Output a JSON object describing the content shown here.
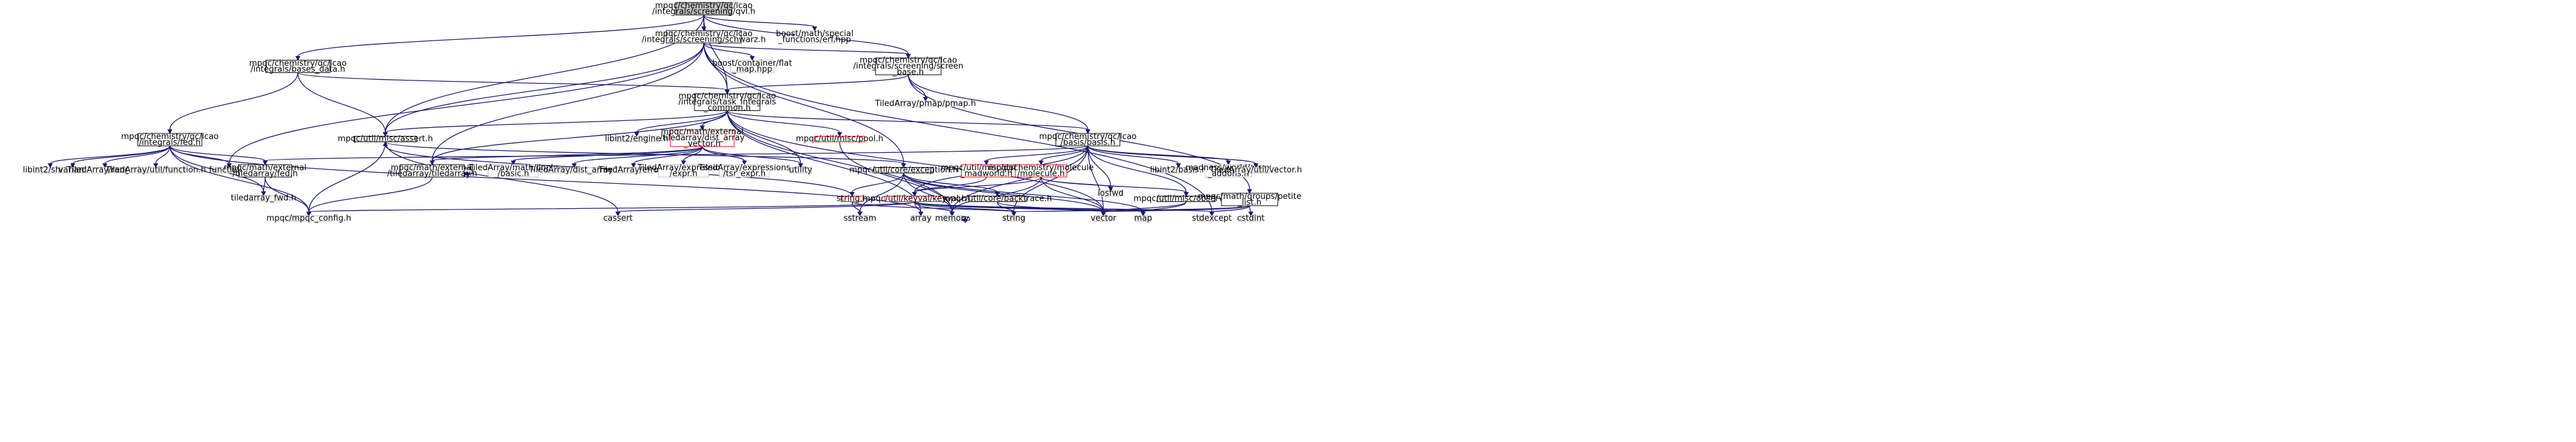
{
  "colors": {
    "edge": "#191970",
    "box_border": "#000000",
    "root_fill": "#bfbfbf",
    "node_fill": "#ffffff",
    "missing_border": "#bfbfbf",
    "red_border": "#ff0000",
    "red_text": "#ff0000",
    "text": "#000000"
  },
  "nodes": [
    {
      "id": "root",
      "lines": [
        "mpqc/chemistry/qc/lcao",
        "/integrals/screening/qvl.h"
      ],
      "style": "root"
    },
    {
      "id": "schwarz",
      "lines": [
        "mpqc/chemistry/qc/lcao",
        "/integrals/screening/schwarz.h"
      ],
      "style": "normal"
    },
    {
      "id": "erf",
      "lines": [
        "boost/math/special",
        "_functions/erf.hpp"
      ],
      "style": "missing"
    },
    {
      "id": "bases",
      "lines": [
        "mpqc/chemistry/qc/lcao",
        "/integrals/bases_data.h"
      ],
      "style": "normal"
    },
    {
      "id": "flatmap",
      "lines": [
        "boost/container/flat",
        "_map.hpp"
      ],
      "style": "missing"
    },
    {
      "id": "screen_base",
      "lines": [
        "mpqc/chemistry/qc/lcao",
        "/integrals/screening/screen",
        "_base.h"
      ],
      "style": "normal"
    },
    {
      "id": "task",
      "lines": [
        "mpqc/chemistry/qc/lcao",
        "/integrals/task_integrals",
        "_common.h"
      ],
      "style": "normal"
    },
    {
      "id": "pmap",
      "lines": [
        "TiledArray/pmap/pmap.h"
      ],
      "style": "missing"
    },
    {
      "id": "fed",
      "lines": [
        "mpqc/chemistry/qc/lcao",
        "/integrals/fed.h"
      ],
      "style": "normal"
    },
    {
      "id": "assert",
      "lines": [
        "mpqc/util/misc/assert.h"
      ],
      "style": "normal"
    },
    {
      "id": "libint_engine",
      "lines": [
        "libint2/engine.h"
      ],
      "style": "missing"
    },
    {
      "id": "dist_array",
      "lines": [
        "mpqc/math/external",
        "/tiledarray/dist_array",
        "_vector.h"
      ],
      "style": "red"
    },
    {
      "id": "pool",
      "lines": [
        "mpqc/util/misc/pool.h"
      ],
      "style": "red"
    },
    {
      "id": "basis",
      "lines": [
        "mpqc/chemistry/qc/lcao",
        "/basis/basis.h"
      ],
      "style": "normal"
    },
    {
      "id": "libint_shell",
      "lines": [
        "libint2/shell.h"
      ],
      "style": "missing"
    },
    {
      "id": "variant",
      "lines": [
        "variant"
      ],
      "style": "missing"
    },
    {
      "id": "ta_range",
      "lines": [
        "TiledArray/range.h"
      ],
      "style": "missing"
    },
    {
      "id": "ta_function",
      "lines": [
        "TiledArray/util/function.h"
      ],
      "style": "missing"
    },
    {
      "id": "functional",
      "lines": [
        "functional"
      ],
      "style": "missing"
    },
    {
      "id": "ta_fed",
      "lines": [
        "mpqc/math/external",
        "/tiledarray/fed.h"
      ],
      "style": "normal"
    },
    {
      "id": "tiledarray_h",
      "lines": [
        "mpqc/math/external",
        "/tiledarray/tiledarray.h"
      ],
      "style": "normal"
    },
    {
      "id": "linalg",
      "lines": [
        "TiledArray/math/linalg",
        "/basic.h"
      ],
      "style": "missing"
    },
    {
      "id": "ta_dist",
      "lines": [
        "TiledArray/dist_array.h"
      ],
      "style": "missing"
    },
    {
      "id": "ta_error",
      "lines": [
        "TiledArray/error.h"
      ],
      "style": "missing"
    },
    {
      "id": "ta_expr",
      "lines": [
        "TiledArray/expressions",
        "/expr.h"
      ],
      "style": "missing"
    },
    {
      "id": "ta_tsr",
      "lines": [
        "TiledArray/expressions",
        "/tsr_expr.h"
      ],
      "style": "missing"
    },
    {
      "id": "utility",
      "lines": [
        "utility"
      ],
      "style": "missing"
    },
    {
      "id": "exception",
      "lines": [
        "mpqc/util/core/exception.h"
      ],
      "style": "normal"
    },
    {
      "id": "madworld",
      "lines": [
        "mpqc/util/misc/default",
        "_madworld.h"
      ],
      "style": "red"
    },
    {
      "id": "molecule",
      "lines": [
        "mpqc/chemistry/molecule",
        "/molecule.h"
      ],
      "style": "red"
    },
    {
      "id": "iosfwd",
      "lines": [
        "iosfwd"
      ],
      "style": "missing"
    },
    {
      "id": "libint_basis",
      "lines": [
        "libint2/basis.h"
      ],
      "style": "missing"
    },
    {
      "id": "mad_array",
      "lines": [
        "madness/world/array",
        "_addons.h"
      ],
      "style": "missing"
    },
    {
      "id": "ta_vector",
      "lines": [
        "TiledArray/util/vector.h"
      ],
      "style": "missing"
    },
    {
      "id": "tiledarray_fwd",
      "lines": [
        "tiledarray_fwd.h"
      ],
      "style": "missing"
    },
    {
      "id": "string_h",
      "lines": [
        "string.h"
      ],
      "style": "red"
    },
    {
      "id": "keyval",
      "lines": [
        "mpqc/util/keyval/keyval.h"
      ],
      "style": "red"
    },
    {
      "id": "backtrace",
      "lines": [
        "mpqc/util/core/backtrace.h"
      ],
      "style": "normal"
    },
    {
      "id": "observer",
      "lines": [
        "mpqc/util/misc/observer.h"
      ],
      "style": "normal"
    },
    {
      "id": "petite",
      "lines": [
        "mpqc/math/groups/petite",
        "_list.h"
      ],
      "style": "normal"
    },
    {
      "id": "mpqc_config",
      "lines": [
        "mpqc/mpqc_config.h"
      ],
      "style": "missing"
    },
    {
      "id": "cassert",
      "lines": [
        "cassert"
      ],
      "style": "missing"
    },
    {
      "id": "sstream",
      "lines": [
        "sstream"
      ],
      "style": "missing"
    },
    {
      "id": "array",
      "lines": [
        "array"
      ],
      "style": "missing"
    },
    {
      "id": "memory",
      "lines": [
        "memory"
      ],
      "style": "missing"
    },
    {
      "id": "string",
      "lines": [
        "string"
      ],
      "style": "missing"
    },
    {
      "id": "vector",
      "lines": [
        "vector"
      ],
      "style": "missing"
    },
    {
      "id": "map",
      "lines": [
        "map"
      ],
      "style": "missing"
    },
    {
      "id": "stdexcept",
      "lines": [
        "stdexcept"
      ],
      "style": "missing"
    },
    {
      "id": "cstdint",
      "lines": [
        "cstdint"
      ],
      "style": "missing"
    }
  ],
  "edges": [
    [
      "root",
      "schwarz"
    ],
    [
      "root",
      "erf"
    ],
    [
      "root",
      "bases"
    ],
    [
      "root",
      "screen_base"
    ],
    [
      "root",
      "task"
    ],
    [
      "root",
      "assert"
    ],
    [
      "schwarz",
      "screen_base"
    ],
    [
      "schwarz",
      "flatmap"
    ],
    [
      "schwarz",
      "task"
    ],
    [
      "schwarz",
      "assert"
    ],
    [
      "schwarz",
      "tiledarray_h"
    ],
    [
      "schwarz",
      "functional"
    ],
    [
      "schwarz",
      "exception"
    ],
    [
      "schwarz",
      "stdexcept"
    ],
    [
      "bases",
      "fed"
    ],
    [
      "bases",
      "task"
    ],
    [
      "bases",
      "assert"
    ],
    [
      "screen_base",
      "task"
    ],
    [
      "screen_base",
      "pmap"
    ],
    [
      "screen_base",
      "basis"
    ],
    [
      "screen_base",
      "petite"
    ],
    [
      "task",
      "assert"
    ],
    [
      "task",
      "libint_engine"
    ],
    [
      "task",
      "dist_array"
    ],
    [
      "task",
      "pool"
    ],
    [
      "task",
      "basis"
    ],
    [
      "task",
      "tiledarray_h"
    ],
    [
      "task",
      "utility"
    ],
    [
      "task",
      "memory"
    ],
    [
      "task",
      "vector"
    ],
    [
      "task",
      "array"
    ],
    [
      "fed",
      "libint_shell"
    ],
    [
      "fed",
      "variant"
    ],
    [
      "fed",
      "ta_range"
    ],
    [
      "fed",
      "ta_function"
    ],
    [
      "fed",
      "functional"
    ],
    [
      "fed",
      "ta_fed"
    ],
    [
      "fed",
      "tiledarray_fwd"
    ],
    [
      "fed",
      "mpqc_config"
    ],
    [
      "fed",
      "array"
    ],
    [
      "assert",
      "exception"
    ],
    [
      "assert",
      "mpqc_config"
    ],
    [
      "assert",
      "cassert"
    ],
    [
      "dist_array",
      "tiledarray_h"
    ],
    [
      "dist_array",
      "linalg"
    ],
    [
      "dist_array",
      "ta_dist"
    ],
    [
      "dist_array",
      "ta_error"
    ],
    [
      "dist_array",
      "ta_expr"
    ],
    [
      "dist_array",
      "ta_tsr"
    ],
    [
      "dist_array",
      "utility"
    ],
    [
      "pool",
      "memory"
    ],
    [
      "basis",
      "ta_fed"
    ],
    [
      "basis",
      "madworld"
    ],
    [
      "basis",
      "molecule"
    ],
    [
      "basis",
      "keyval"
    ],
    [
      "basis",
      "iosfwd"
    ],
    [
      "basis",
      "libint_basis"
    ],
    [
      "basis",
      "mad_array"
    ],
    [
      "basis",
      "ta_vector"
    ],
    [
      "basis",
      "observer"
    ],
    [
      "basis",
      "memory"
    ],
    [
      "basis",
      "vector"
    ],
    [
      "basis",
      "string"
    ],
    [
      "ta_fed",
      "tiledarray_fwd"
    ],
    [
      "ta_fed",
      "mpqc_config"
    ],
    [
      "tiledarray_h",
      "tiledarray_h"
    ],
    [
      "tiledarray_h",
      "mpqc_config"
    ],
    [
      "exception",
      "string_h"
    ],
    [
      "exception",
      "backtrace"
    ],
    [
      "exception",
      "memory"
    ],
    [
      "exception",
      "sstream"
    ],
    [
      "exception",
      "vector"
    ],
    [
      "exception",
      "map"
    ],
    [
      "string_h",
      "assert"
    ],
    [
      "string_h",
      "sstream"
    ],
    [
      "string_h",
      "string"
    ],
    [
      "madworld",
      "keyval"
    ],
    [
      "molecule",
      "keyval"
    ],
    [
      "molecule",
      "observer"
    ],
    [
      "molecule",
      "iosfwd"
    ],
    [
      "molecule",
      "vector"
    ],
    [
      "molecule",
      "memory"
    ],
    [
      "keyval",
      "mpqc_config"
    ],
    [
      "keyval",
      "cassert"
    ],
    [
      "keyval",
      "array"
    ],
    [
      "keyval",
      "memory"
    ],
    [
      "keyval",
      "string"
    ],
    [
      "keyval",
      "vector"
    ],
    [
      "keyval",
      "map"
    ],
    [
      "keyval",
      "stdexcept"
    ],
    [
      "backtrace",
      "string"
    ],
    [
      "backtrace",
      "vector"
    ],
    [
      "observer",
      "vector"
    ],
    [
      "observer",
      "map"
    ],
    [
      "petite",
      "stdexcept"
    ],
    [
      "petite",
      "cstdint"
    ],
    [
      "petite",
      "vector"
    ],
    [
      "petite",
      "string"
    ],
    [
      "memory",
      "memory"
    ]
  ]
}
